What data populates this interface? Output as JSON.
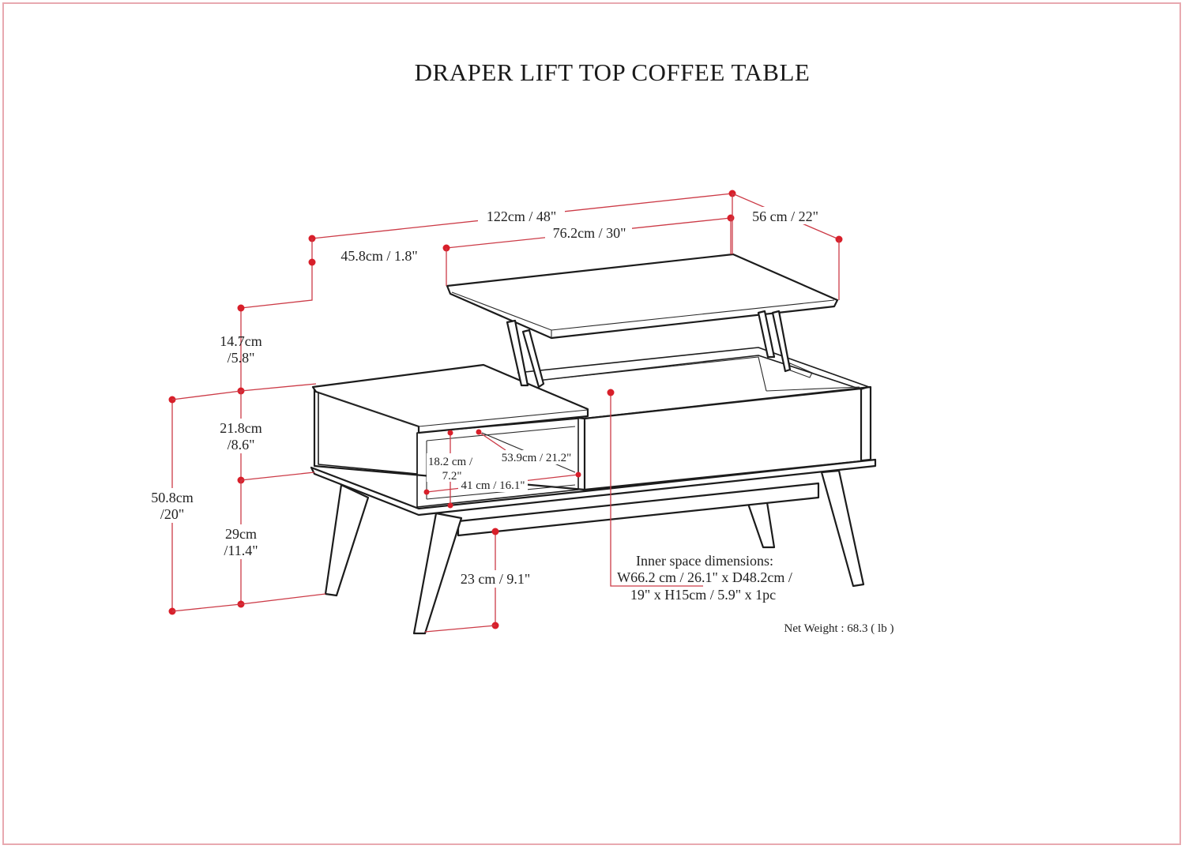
{
  "title": "DRAPER LIFT TOP COFFEE TABLE",
  "dimensions": {
    "overall_width": "122cm / 48\"",
    "lift_top_width": "76.2cm / 30\"",
    "depth": "56 cm / 22\"",
    "side_width": "45.8cm / 1.8\"",
    "lift_height_line1": "14.7cm",
    "lift_height_line2": "/5.8\"",
    "body_height_line1": "21.8cm",
    "body_height_line2": "/8.6\"",
    "overall_height_line1": "50.8cm",
    "overall_height_line2": "/20\"",
    "leg_height_line1": "29cm",
    "leg_height_line2": "/11.4\"",
    "clearance": "23 cm / 9.1\"",
    "shelf_height_line1": "18.2 cm /",
    "shelf_height_line2": "7.2\"",
    "shelf_depth": "53.9cm / 21.2\"",
    "shelf_width": "41 cm / 16.1\""
  },
  "inner_space": {
    "line1": "Inner space dimensions:",
    "line2": "W66.2 cm / 26.1\" x D48.2cm /",
    "line3": "19\" x H15cm / 5.9\" x 1pc"
  },
  "net_weight": "Net Weight : 68.3 ( lb )",
  "colors": {
    "dimension_line": "#cc3b47",
    "dimension_dot": "#d81f2a",
    "frame": "#e8a9b0",
    "outline": "#1c1c1c"
  }
}
